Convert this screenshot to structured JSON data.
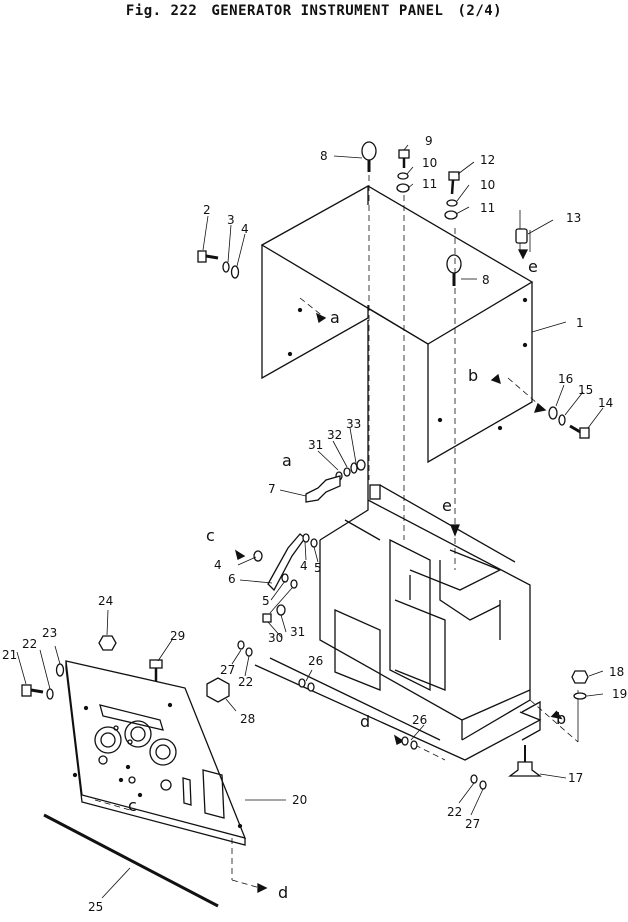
{
  "title": {
    "fig": "Fig. 222",
    "name": "GENERATOR INSTRUMENT PANEL",
    "sheet": "(2/4)"
  },
  "callouts": [
    {
      "id": "c1",
      "text": "1"
    },
    {
      "id": "c2",
      "text": "2"
    },
    {
      "id": "c3",
      "text": "3"
    },
    {
      "id": "c4a",
      "text": "4"
    },
    {
      "id": "c4b",
      "text": "4"
    },
    {
      "id": "c4c",
      "text": "4"
    },
    {
      "id": "c5a",
      "text": "5"
    },
    {
      "id": "c5b",
      "text": "5"
    },
    {
      "id": "c6",
      "text": "6"
    },
    {
      "id": "c7",
      "text": "7"
    },
    {
      "id": "c8a",
      "text": "8"
    },
    {
      "id": "c8b",
      "text": "8"
    },
    {
      "id": "c9",
      "text": "9"
    },
    {
      "id": "c10a",
      "text": "10"
    },
    {
      "id": "c10b",
      "text": "10"
    },
    {
      "id": "c11a",
      "text": "11"
    },
    {
      "id": "c11b",
      "text": "11"
    },
    {
      "id": "c12",
      "text": "12"
    },
    {
      "id": "c13",
      "text": "13"
    },
    {
      "id": "c14",
      "text": "14"
    },
    {
      "id": "c15",
      "text": "15"
    },
    {
      "id": "c16",
      "text": "16"
    },
    {
      "id": "c17",
      "text": "17"
    },
    {
      "id": "c18",
      "text": "18"
    },
    {
      "id": "c19",
      "text": "19"
    },
    {
      "id": "c20",
      "text": "20"
    },
    {
      "id": "c21",
      "text": "21"
    },
    {
      "id": "c22a",
      "text": "22"
    },
    {
      "id": "c22b",
      "text": "22"
    },
    {
      "id": "c22c",
      "text": "22"
    },
    {
      "id": "c23",
      "text": "23"
    },
    {
      "id": "c24",
      "text": "24"
    },
    {
      "id": "c25",
      "text": "25"
    },
    {
      "id": "c26a",
      "text": "26"
    },
    {
      "id": "c26b",
      "text": "26"
    },
    {
      "id": "c27a",
      "text": "27"
    },
    {
      "id": "c27b",
      "text": "27"
    },
    {
      "id": "c28",
      "text": "28"
    },
    {
      "id": "c29",
      "text": "29"
    },
    {
      "id": "c30",
      "text": "30"
    },
    {
      "id": "c31a",
      "text": "31"
    },
    {
      "id": "c31b",
      "text": "31"
    },
    {
      "id": "c32",
      "text": "32"
    },
    {
      "id": "c33",
      "text": "33"
    }
  ],
  "reference_letters": [
    {
      "id": "ra1",
      "text": "a"
    },
    {
      "id": "ra2",
      "text": "a"
    },
    {
      "id": "rb1",
      "text": "b"
    },
    {
      "id": "rb2",
      "text": "b"
    },
    {
      "id": "rc1",
      "text": "c"
    },
    {
      "id": "rc2",
      "text": "c"
    },
    {
      "id": "rd1",
      "text": "d"
    },
    {
      "id": "rd2",
      "text": "d"
    },
    {
      "id": "re1",
      "text": "e"
    },
    {
      "id": "re2",
      "text": "e"
    }
  ]
}
